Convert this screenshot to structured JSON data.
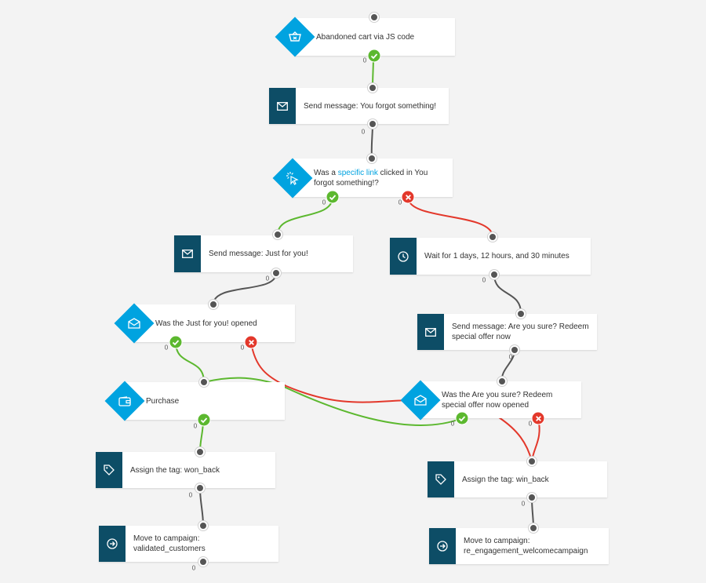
{
  "theme": {
    "canvas_bg": "#f3f3f3",
    "action_square": "#0d4d66",
    "decision_diamond": "#00a3e0",
    "yes_color": "#5cb82f",
    "no_color": "#e3382b",
    "neutral_wire": "#555555",
    "link_color": "#00a3e0"
  },
  "nodes": {
    "trigger": {
      "text": "Abandoned cart via JS code",
      "icon": "basket-icon"
    },
    "send1": {
      "text": "Send message: You forgot something!",
      "icon": "envelope-icon"
    },
    "cond_link": {
      "prefix": "Was a ",
      "link": "specific link",
      "suffix": " clicked in You forgot something!?",
      "icon": "click-icon"
    },
    "send_just": {
      "text": "Send message: Just for you!",
      "icon": "envelope-icon"
    },
    "wait": {
      "text": "Wait for 1 days, 12 hours, and 30 minutes",
      "icon": "clock-icon"
    },
    "cond_open1": {
      "text": "Was the Just for you! opened",
      "icon": "envelope-open-icon"
    },
    "send_sure": {
      "text": "Send message: Are you sure? Redeem special offer now",
      "icon": "envelope-icon"
    },
    "purchase": {
      "text": "Purchase",
      "icon": "wallet-icon"
    },
    "cond_open2": {
      "text": "Was the Are you sure? Redeem special offer now opened",
      "icon": "envelope-open-icon"
    },
    "tag_won": {
      "text": "Assign the tag: won_back",
      "icon": "tag-icon"
    },
    "tag_win": {
      "text": "Assign the tag: win_back",
      "icon": "tag-icon"
    },
    "move_valid": {
      "text": "Move to campaign: validated_customers",
      "icon": "arrow-circle-icon"
    },
    "move_reeng": {
      "text": "Move to campaign: re_engagement_welcomecampaign",
      "icon": "arrow-circle-icon"
    }
  },
  "counts": {
    "trigger_out": "0",
    "send1_out": "0",
    "cond_link_yes": "0",
    "cond_link_no": "0",
    "send_just_out": "0",
    "wait_out": "0",
    "cond_open1_yes": "0",
    "cond_open1_no": "0",
    "send_sure_out": "0",
    "purchase_yes": "0",
    "cond_open2_yes": "0",
    "cond_open2_no": "0",
    "tag_won_out": "0",
    "tag_win_out": "0",
    "move_valid_out": "0"
  }
}
